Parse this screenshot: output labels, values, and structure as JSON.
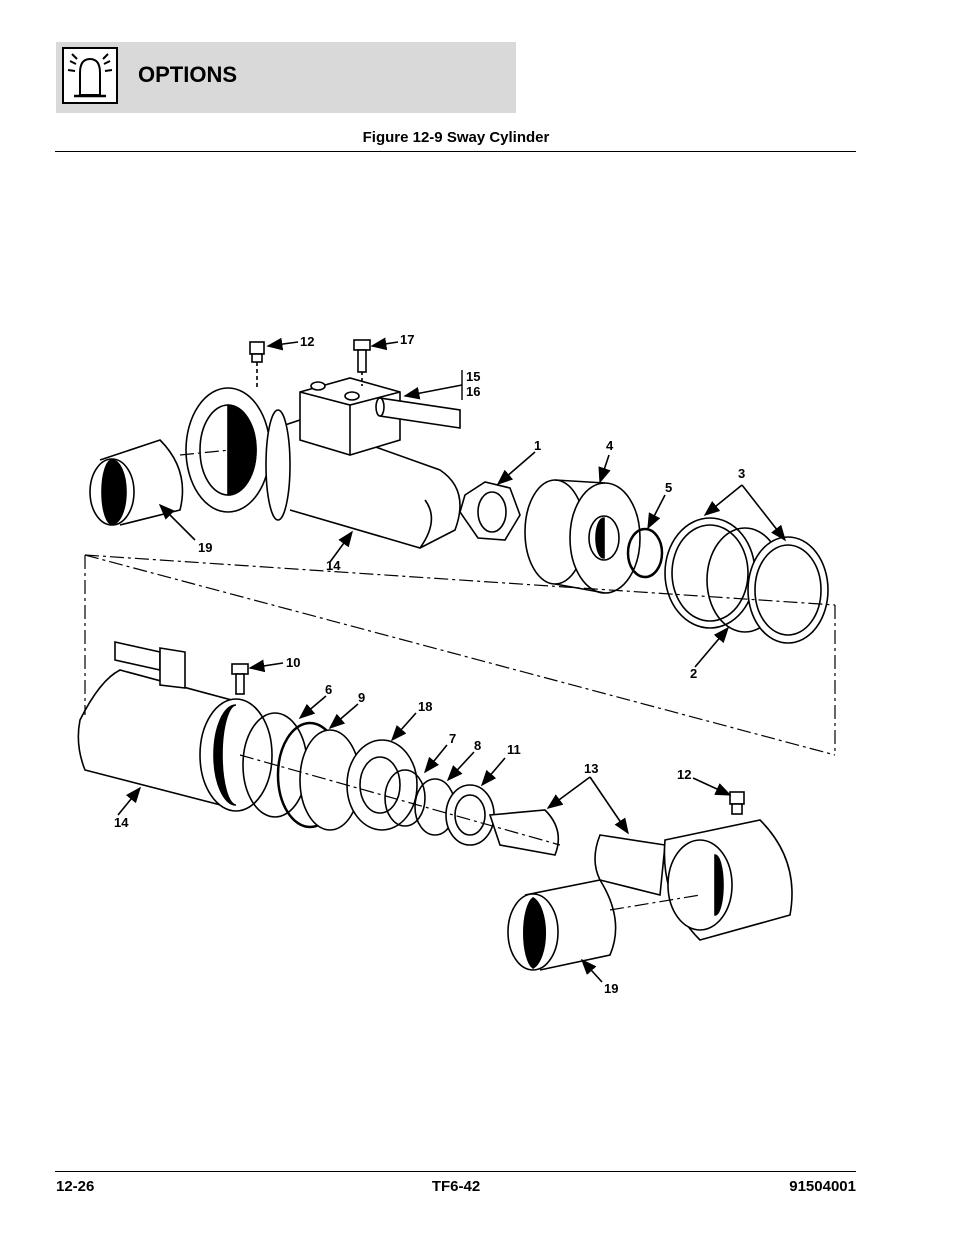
{
  "header": {
    "section_title": "OPTIONS",
    "icon": "beacon-light-icon",
    "band_color": "#d9d9d9"
  },
  "figure": {
    "caption": "Figure 12-9 Sway Cylinder",
    "callouts": {
      "c1": "1",
      "c2": "2",
      "c3": "3",
      "c4": "4",
      "c5": "5",
      "c6": "6",
      "c7": "7",
      "c8": "8",
      "c9": "9",
      "c10": "10",
      "c11": "11",
      "c12a": "12",
      "c12b": "12",
      "c13": "13",
      "c14a": "14",
      "c14b": "14",
      "c15": "15",
      "c16": "16",
      "c17": "17",
      "c18": "18",
      "c19a": "19",
      "c19b": "19"
    }
  },
  "footer": {
    "page_number": "12-26",
    "model": "TF6-42",
    "doc_number": "91504001"
  }
}
